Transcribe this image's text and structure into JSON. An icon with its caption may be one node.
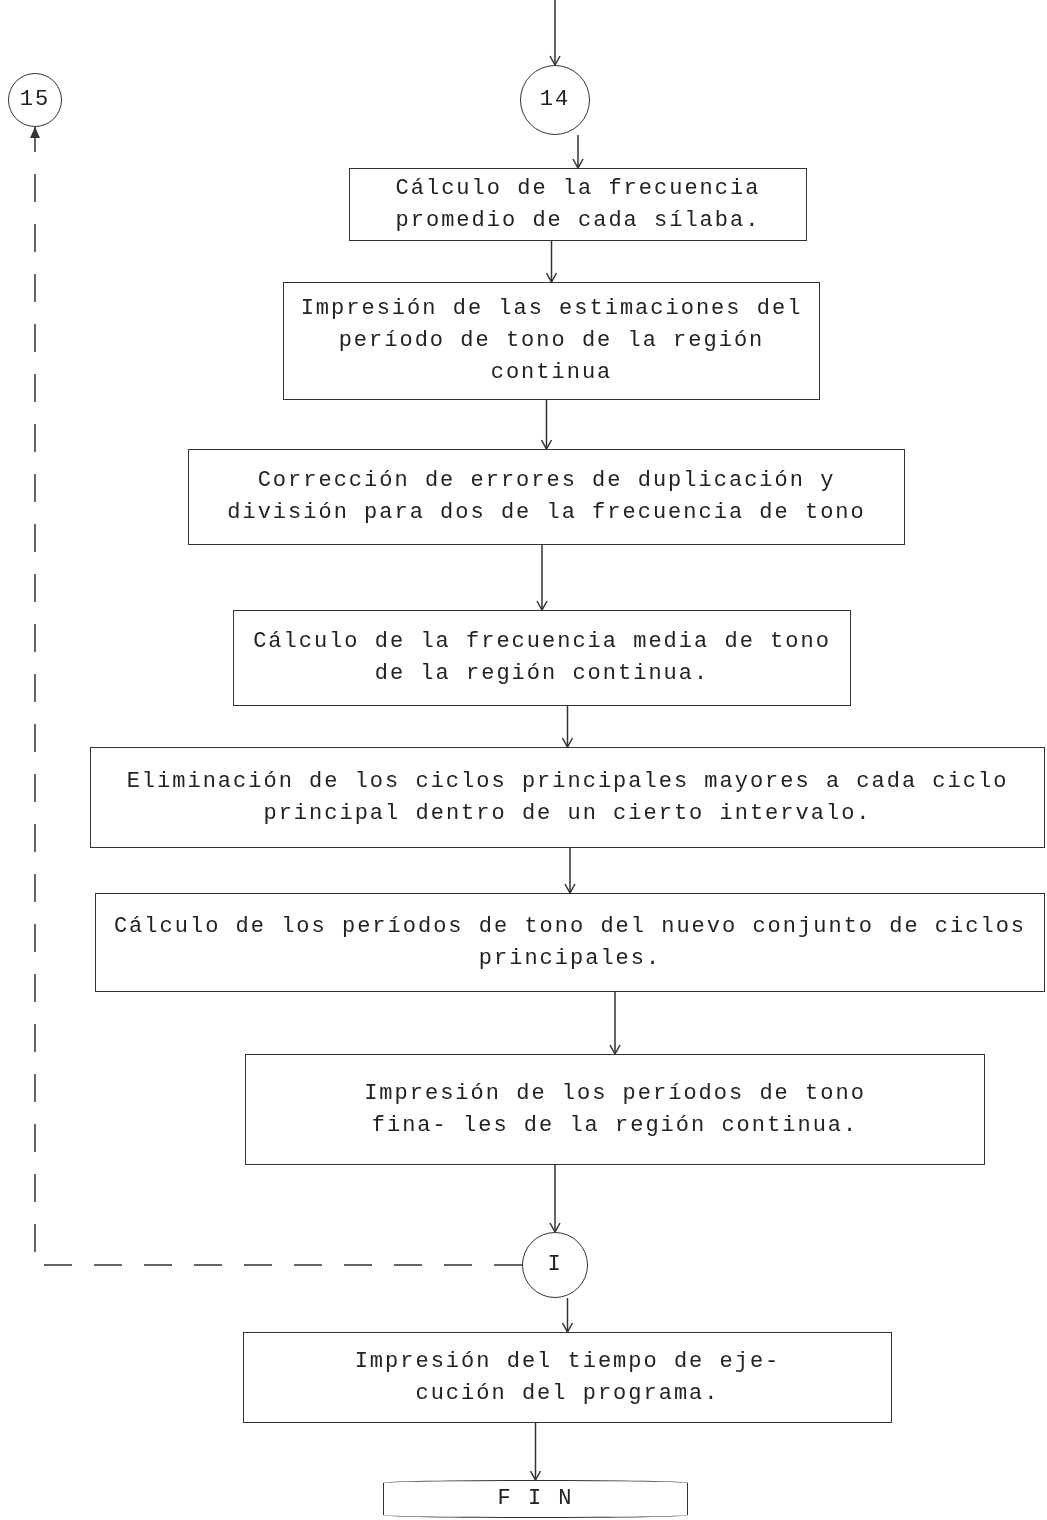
{
  "diagram": {
    "nodes": [
      {
        "text": [
          "15"
        ]
      },
      {
        "text": [
          "14"
        ]
      },
      {
        "text": [
          "Cálculo de la frecuencia promedio de cada sílaba."
        ]
      },
      {
        "text": [
          "Impresión de las estimaciones del período de tono de la región continua"
        ]
      },
      {
        "text": [
          "Corrección de errores de duplicación y división para dos de la frecuencia de tono"
        ]
      },
      {
        "text": [
          "Cálculo de la frecuencia media de tono de la región continua."
        ]
      },
      {
        "text": [
          "Eliminación de los ciclos principales mayores a cada ciclo principal dentro de un cierto intervalo."
        ]
      },
      {
        "text": [
          "Cálculo de los períodos de tono del nuevo conjunto de ciclos principales."
        ]
      },
      {
        "text": [
          "Impresión de los períodos de tono fina- les de la región continua."
        ]
      },
      {
        "text": [
          "I"
        ]
      },
      {
        "text": [
          "Impresión del tiempo de eje- cución del programa."
        ]
      },
      {
        "text": [
          "F I N"
        ]
      }
    ],
    "edges": [
      {
        "from": null,
        "to": 1,
        "arrow": "to"
      },
      {
        "from": 1,
        "to": 2,
        "arrow": "to"
      },
      {
        "from": 2,
        "to": 3,
        "arrow": "to"
      },
      {
        "from": 3,
        "to": 4,
        "arrow": "to"
      },
      {
        "from": 4,
        "to": 5,
        "arrow": "to"
      },
      {
        "from": 5,
        "to": 6,
        "arrow": "to"
      },
      {
        "from": 6,
        "to": 7,
        "arrow": "to"
      },
      {
        "from": 7,
        "to": 8,
        "arrow": "to"
      },
      {
        "from": 8,
        "to": 9,
        "arrow": "to"
      },
      {
        "from": 9,
        "to": 10,
        "arrow": "to"
      },
      {
        "from": 10,
        "to": 11,
        "arrow": "to"
      },
      {
        "from": 9,
        "to": 0,
        "arrow": "to",
        "style": "dashed"
      }
    ]
  }
}
